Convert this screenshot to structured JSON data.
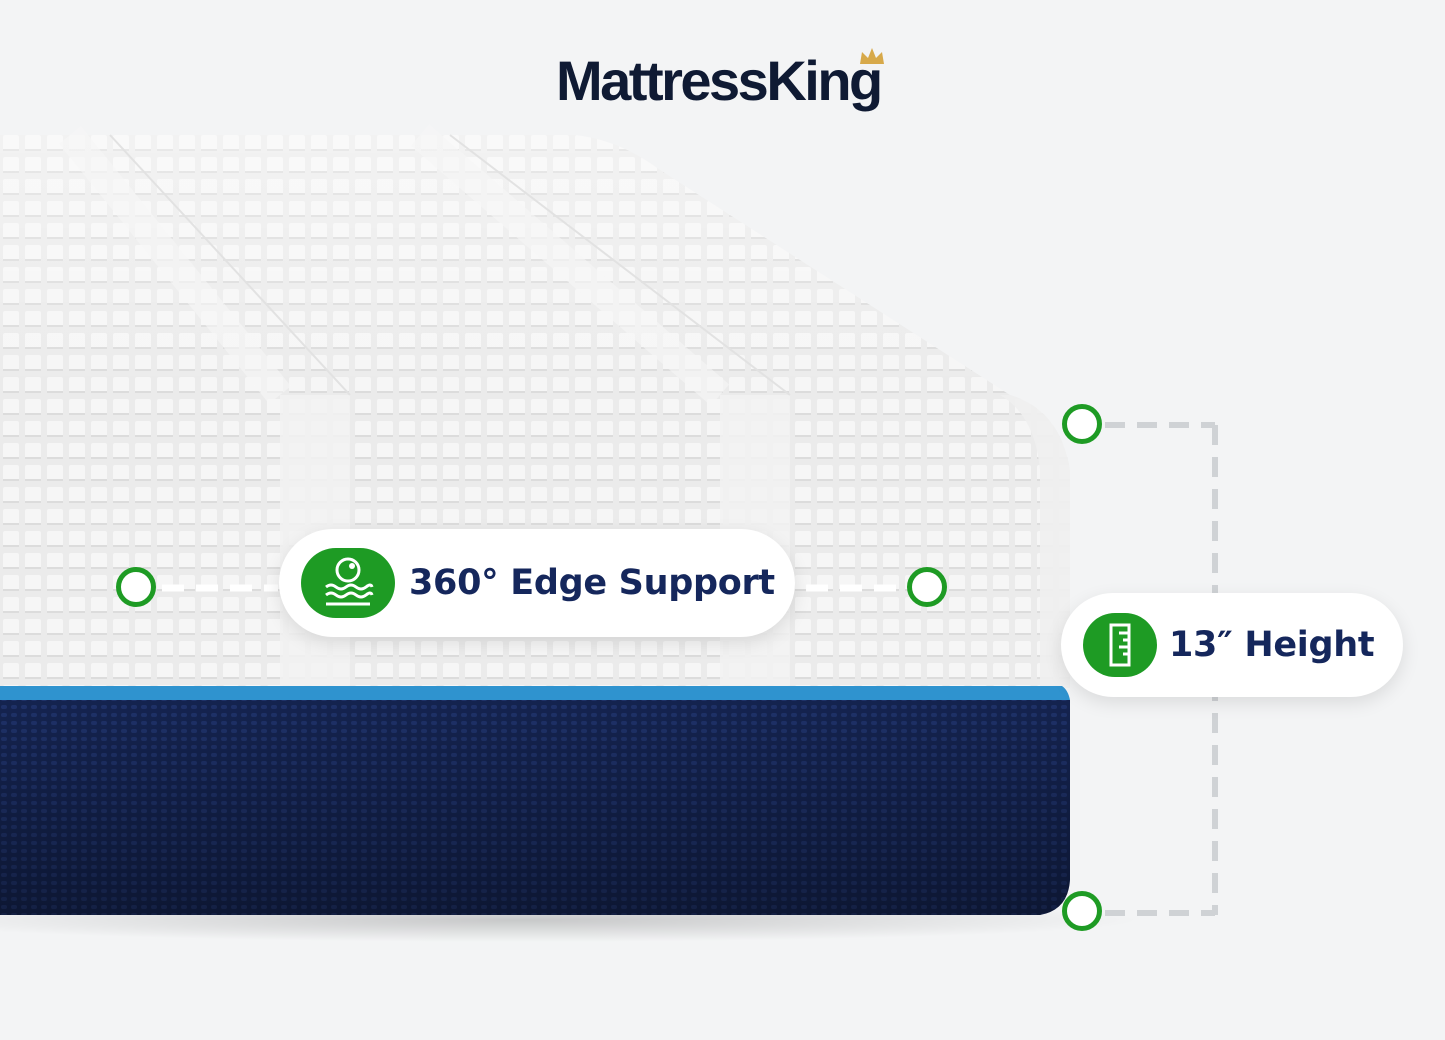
{
  "brand": {
    "name": "MattressKing",
    "crown_color": "#d7a94a",
    "text_color": "#0f1a33"
  },
  "colors": {
    "background": "#f3f4f5",
    "mattress_top": "#ebebeb",
    "mattress_base": "#14234f",
    "zipper_stripe": "#2f93cf",
    "accent_green": "#1e9b24",
    "label_navy": "#15275c"
  },
  "features": {
    "edge_support": {
      "label": "360° Edge Support",
      "icon": "edge-support-icon"
    },
    "height": {
      "label": "13″ Height",
      "icon": "ruler-icon"
    }
  }
}
